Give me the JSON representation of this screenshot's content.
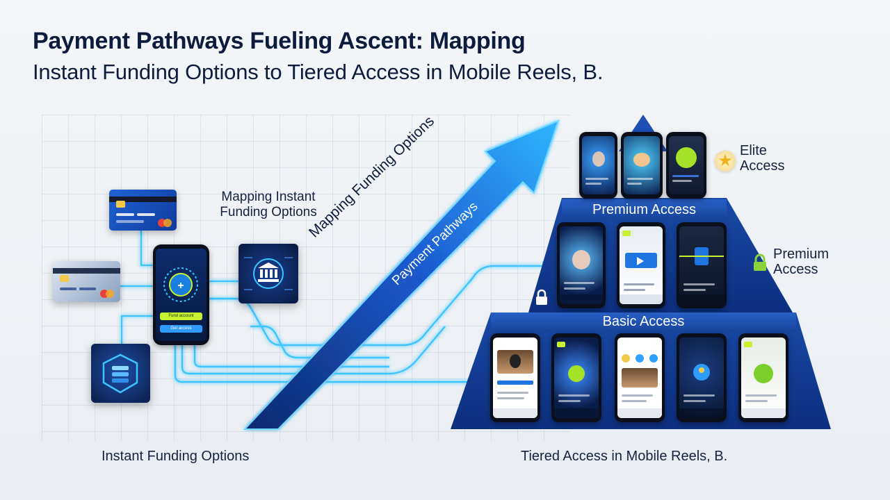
{
  "header": {
    "title_line1": "Payment Pathways Fueling Ascent: Mapping",
    "title_line2": "Instant Funding Options to Tiered Access in Mobile Reels, B."
  },
  "left": {
    "mapping_label": "Mapping Instant Funding Options",
    "bottom_label": "Instant Funding Options",
    "phone_button_top": "Fund account",
    "phone_button_bottom": "Get access"
  },
  "arrow": {
    "label_outer": "Mapping Funding Options",
    "label_inner": "Payment Pathways"
  },
  "pyramid": {
    "elite": "Elite Access",
    "premium_banner": "Premium Access",
    "premium_side": "Premium Access",
    "basic_banner": "Basic Access",
    "bottom_label": "Tiered Access in Mobile Reels, B."
  },
  "colors": {
    "navy": "#0d2a6b",
    "pyramid_blue": "#123a8a",
    "neon_cyan": "#2fc8ff",
    "lime": "#c8f22f",
    "gold": "#f2b21b"
  },
  "icons": [
    "credit-card-icon",
    "bank-icon",
    "shield-layers-icon",
    "lock-icon",
    "star-icon"
  ]
}
